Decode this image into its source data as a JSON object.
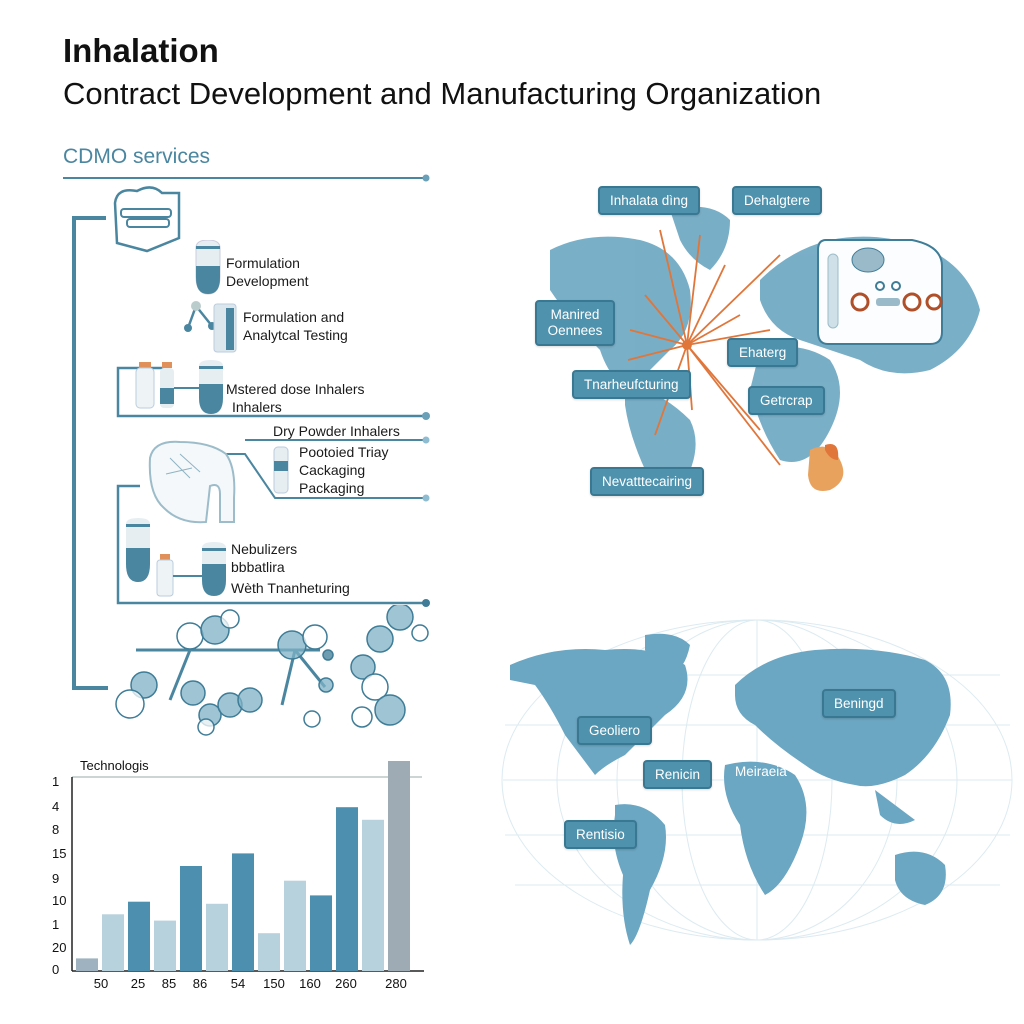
{
  "header": {
    "title": "Inhalation",
    "subtitle": "Contract Development and Manufacturing Organization"
  },
  "services": {
    "section_title": "CDMO services",
    "items": [
      {
        "label_lines": [
          "Formulation",
          "Development"
        ],
        "icon": "capsule-icon"
      },
      {
        "label_lines": [
          "Formulation and",
          "Analytcal Testing"
        ],
        "icon": "molecule-vial-icon"
      },
      {
        "label_lines": [
          "Mstered dose Inhalers",
          "Inhalers"
        ],
        "icon": "bottles-icon"
      },
      {
        "label_lines": [
          "Dry Powder Inhalers"
        ],
        "icon": "dry-powder-inhaler-icon"
      },
      {
        "label_lines": [
          "Pootoied Triay",
          "Cackaging",
          "Packaging"
        ],
        "icon": "tray-vial-icon"
      },
      {
        "label_lines": [
          "Nebulizers",
          "bbbatlira",
          "Wèth Tnanheturing"
        ],
        "icon": "nebulizer-icon"
      }
    ],
    "molecule_graphic": "molecule-chain-icon"
  },
  "top_map": {
    "icon": "world-map-icon",
    "hub_color": "#e0763a",
    "tags": [
      "Inhalata dìng",
      "Dehalgtere",
      "Manired Oennees",
      "Tnarheufcturing",
      "Ehaterg",
      "Getrcrap",
      "Nevatttecairing"
    ],
    "inset_icon": "lab-document-icon"
  },
  "bottom_map": {
    "icon": "world-globe-grid-icon",
    "tags": [
      "Geoliero",
      "Renicin",
      "Meiraeia",
      "Beningd",
      "Rentisio"
    ]
  },
  "chart_data": {
    "type": "bar",
    "title": "Technologis",
    "xlabel": "",
    "ylabel": "",
    "y_tick_labels": [
      "1",
      "4",
      "8",
      "15",
      "9",
      "10",
      "1",
      "20",
      "0"
    ],
    "x_tick_labels": [
      "50",
      "25",
      "85",
      "86",
      "54",
      "150",
      "160",
      "260",
      "280"
    ],
    "categories": [
      "b1",
      "b2",
      "b3",
      "b4",
      "b5",
      "b6",
      "b7",
      "b8",
      "b9",
      "b10",
      "b11",
      "b12",
      "b13"
    ],
    "values": [
      6,
      27,
      33,
      24,
      50,
      32,
      56,
      18,
      43,
      36,
      78,
      72,
      100
    ],
    "colors": [
      "#9eb2bf",
      "#b7d1dd",
      "#4c8fae",
      "#b7d1dd",
      "#4c8fae",
      "#b7d1dd",
      "#4c8fae",
      "#b7d1dd",
      "#b7d1dd",
      "#4c8fae",
      "#4c8fae",
      "#b7d1dd",
      "#9eabb5"
    ],
    "ylim": [
      0,
      100
    ],
    "grid": false,
    "legend": "none"
  }
}
